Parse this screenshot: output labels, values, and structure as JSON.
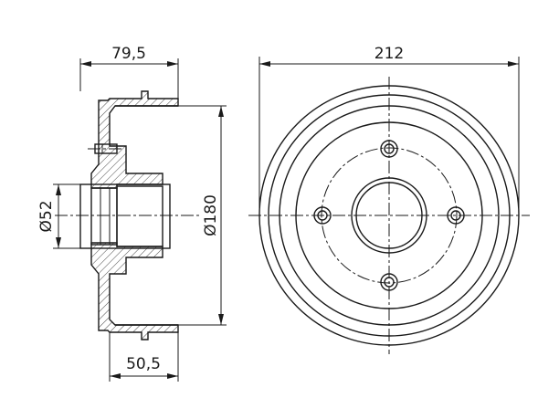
{
  "dimensions": {
    "overall_width": "79,5",
    "drum_outer_diameter": "212",
    "drum_inner_diameter": "Ø180",
    "hub_bore_diameter": "Ø52",
    "drum_depth": "50,5"
  },
  "colors": {
    "line": "#1a1a1a",
    "background": "#ffffff"
  }
}
